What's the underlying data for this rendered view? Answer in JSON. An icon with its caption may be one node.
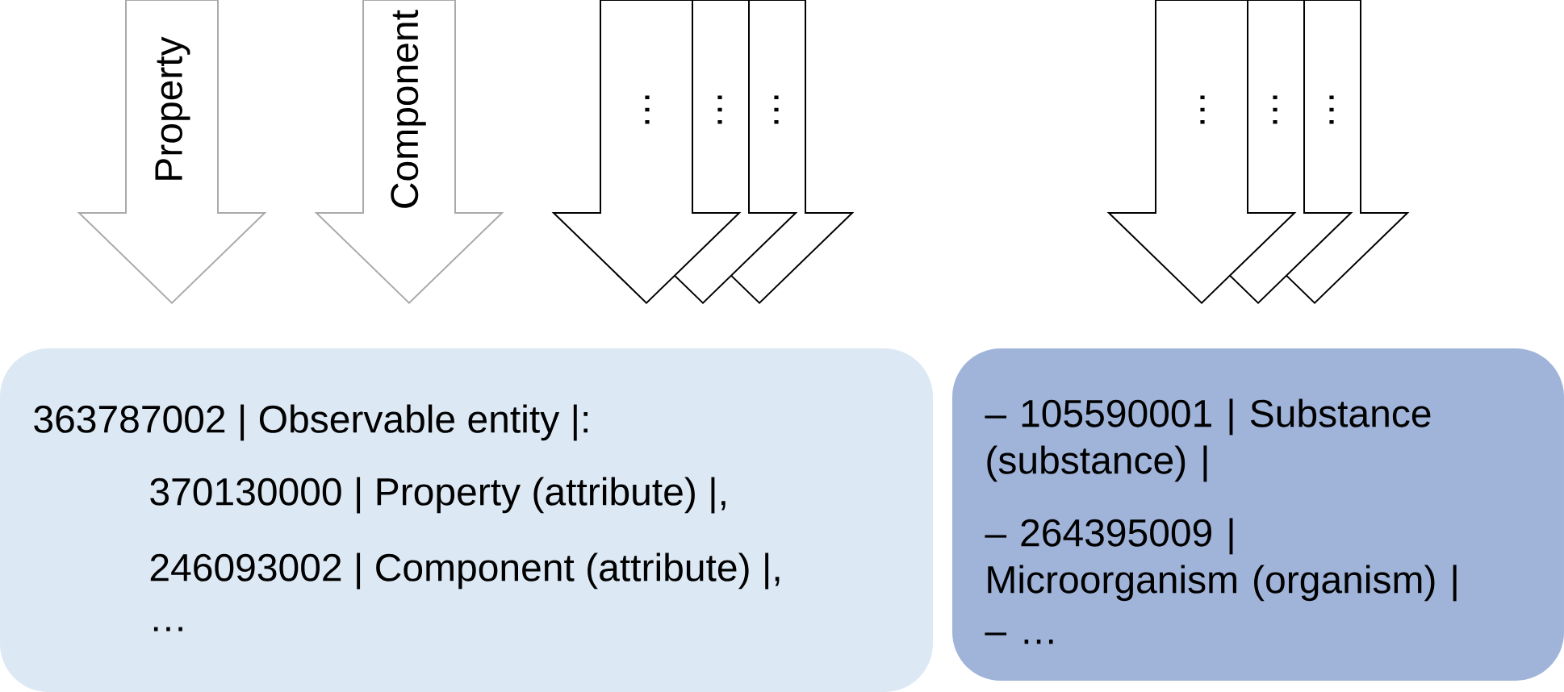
{
  "diagram": {
    "nodes": [
      {
        "text": [
          "363787002 | Observable entity |:",
          "370130000 | Property (attribute) |,",
          "246093002 | Component (attribute) |,",
          "…"
        ]
      },
      {
        "text": [
          "– 105590001 | Substance (substance) |",
          "– 264395009 | Microorganism (organism) |",
          "– …"
        ]
      }
    ],
    "edges": [
      {
        "from": null,
        "to": 0,
        "arrow": "to",
        "label": "Property",
        "color": "#aaaaaa"
      },
      {
        "from": null,
        "to": 0,
        "arrow": "to",
        "label": "Component",
        "color": "#aaaaaa"
      },
      {
        "from": null,
        "to": 0,
        "arrow": "to",
        "label": "…"
      },
      {
        "from": null,
        "to": 0,
        "arrow": "to",
        "label": "…"
      },
      {
        "from": null,
        "to": 0,
        "arrow": "to",
        "label": "…"
      },
      {
        "from": null,
        "to": 1,
        "arrow": "to",
        "label": "…"
      },
      {
        "from": null,
        "to": 1,
        "arrow": "to",
        "label": "…"
      },
      {
        "from": null,
        "to": 1,
        "arrow": "to",
        "label": "…"
      }
    ]
  }
}
